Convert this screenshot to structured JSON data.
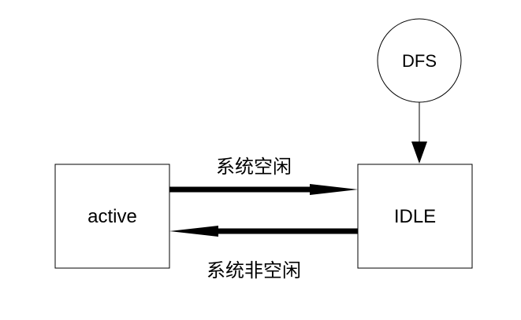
{
  "nodes": {
    "active": {
      "label": "active"
    },
    "idle": {
      "label": "IDLE"
    },
    "dfs": {
      "label": "DFS"
    }
  },
  "edges": {
    "active_to_idle": {
      "label": "系统空闲"
    },
    "idle_to_active": {
      "label": "系统非空闲"
    }
  },
  "colors": {
    "stroke": "#000000",
    "fill": "#ffffff",
    "text": "#000000"
  }
}
